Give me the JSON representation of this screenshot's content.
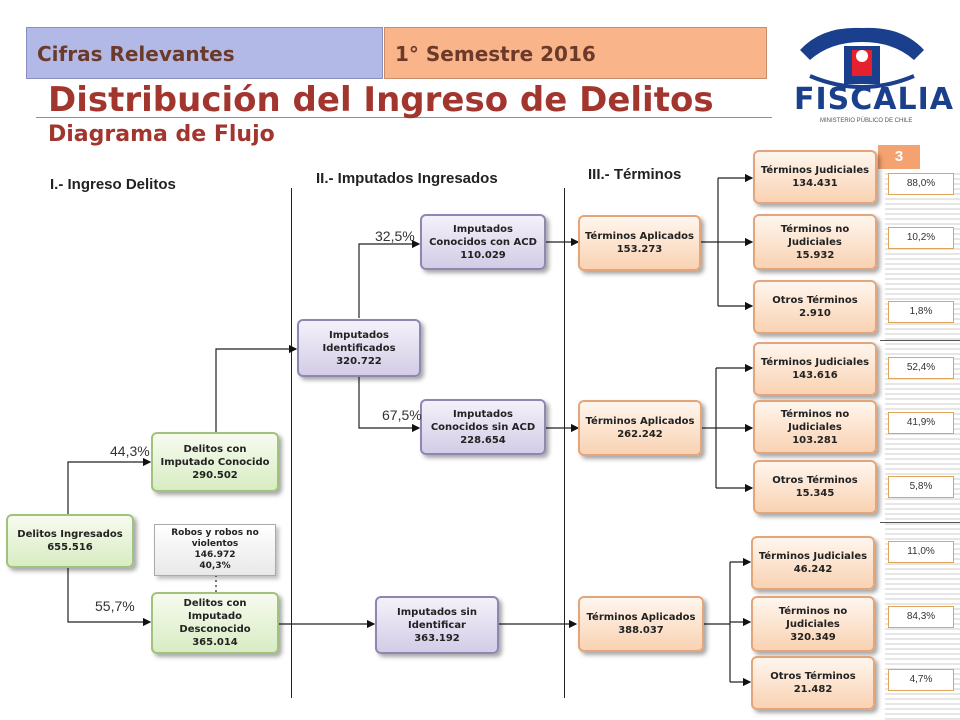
{
  "header": {
    "left_label": "Cifras Relevantes",
    "right_label": "1° Semestre 2016"
  },
  "title": "Distribución del Ingreso de Delitos",
  "subtitle": "Diagrama de Flujo",
  "logo": {
    "name": "FISCALIA",
    "tagline": "MINISTERIO PÚBLICO DE CHILE",
    "icon": "fiscalia-emblem-icon"
  },
  "page_number": "3",
  "columns": {
    "c1": "I.- Ingreso Delitos",
    "c2": "II.- Imputados Ingresados",
    "c3": "III.- Términos"
  },
  "nodes": {
    "ingresados": {
      "label": "Delitos Ingresados",
      "value": "655.516"
    },
    "conocido": {
      "label1": "Delitos con",
      "label2": "Imputado Conocido",
      "value": "290.502"
    },
    "desconocido": {
      "label1": "Delitos con",
      "label2": "Imputado",
      "label3": "Desconocido",
      "value": "365.014"
    },
    "robos": {
      "label1": "Robos y robos no",
      "label2": "violentos",
      "value": "146.972",
      "pct": "40,3%"
    },
    "identificados": {
      "label1": "Imputados",
      "label2": "Identificados",
      "value": "320.722"
    },
    "con_acd": {
      "label1": "Imputados",
      "label2": "Conocidos con ACD",
      "value": "110.029"
    },
    "sin_acd": {
      "label1": "Imputados",
      "label2": "Conocidos sin ACD",
      "value": "228.654"
    },
    "sin_identificar": {
      "label1": "Imputados sin",
      "label2": "Identificar",
      "value": "363.192"
    },
    "ta1": {
      "label": "Términos Aplicados",
      "value": "153.273"
    },
    "ta2": {
      "label": "Términos Aplicados",
      "value": "262.242"
    },
    "ta3": {
      "label": "Términos Aplicados",
      "value": "388.037"
    },
    "tj1": {
      "label": "Términos Judiciales",
      "value": "134.431"
    },
    "tn1": {
      "label1": "Términos no",
      "label2": "Judiciales",
      "value": "15.932"
    },
    "ot1": {
      "label": "Otros Términos",
      "value": "2.910"
    },
    "tj2": {
      "label": "Términos Judiciales",
      "value": "143.616"
    },
    "tn2": {
      "label1": "Términos no",
      "label2": "Judiciales",
      "value": "103.281"
    },
    "ot2": {
      "label": "Otros Términos",
      "value": "15.345"
    },
    "tj3": {
      "label": "Términos Judiciales",
      "value": "46.242"
    },
    "tn3": {
      "label1": "Términos no",
      "label2": "Judiciales",
      "value": "320.349"
    },
    "ot3": {
      "label": "Otros Términos",
      "value": "21.482"
    }
  },
  "edge_percentages": {
    "conocido": "44,3%",
    "desconocido": "55,7%",
    "con_acd": "32,5%",
    "sin_acd": "67,5%"
  },
  "term_percentages": [
    "88,0%",
    "10,2%",
    "1,8%",
    "52,4%",
    "41,9%",
    "5,8%",
    "11,0%",
    "84,3%",
    "4,7%"
  ],
  "colors": {
    "title": "#a2362f",
    "header_left": "#b3b9e6",
    "header_right": "#f9b48a",
    "green_box": "#d8ecc3",
    "purple_box": "#d3cce6",
    "orange_box": "#f9d2b2",
    "badge": "#f4a26f"
  }
}
